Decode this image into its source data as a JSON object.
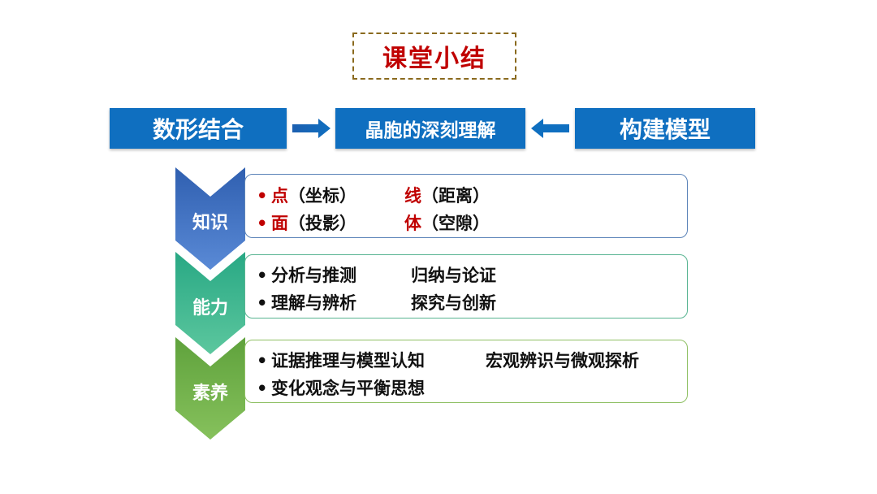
{
  "title": "课堂小结",
  "top_row": {
    "left": "数形结合",
    "center": "晶胞的深刻理解",
    "right": "构建模型"
  },
  "sections": [
    {
      "label": "知识",
      "color": "#4472c4",
      "items": [
        {
          "bullet": "•",
          "key": "点",
          "rest": "（坐标）",
          "key2": "线",
          "rest2": "（距离）"
        },
        {
          "bullet": "•",
          "key": "面",
          "rest": "（投影）",
          "key2": "体",
          "rest2": "（空隙）"
        }
      ]
    },
    {
      "label": "能力",
      "color": "#3cb58a",
      "items": [
        {
          "bullet": "•",
          "text": "分析与推测",
          "text2": "归纳与论证"
        },
        {
          "bullet": "•",
          "text": "理解与辨析",
          "text2": "探究与创新"
        }
      ]
    },
    {
      "label": "素养",
      "color": "#70ad47",
      "items": [
        {
          "bullet": "•",
          "text": "证据推理与模型认知",
          "text2": "宏观辨识与微观探析"
        },
        {
          "bullet": "•",
          "text": "变化观念与平衡思想"
        }
      ]
    }
  ],
  "colors": {
    "blue_box": "#0f6fc0",
    "title_red": "#c00000",
    "title_border": "#8a6a1e"
  }
}
